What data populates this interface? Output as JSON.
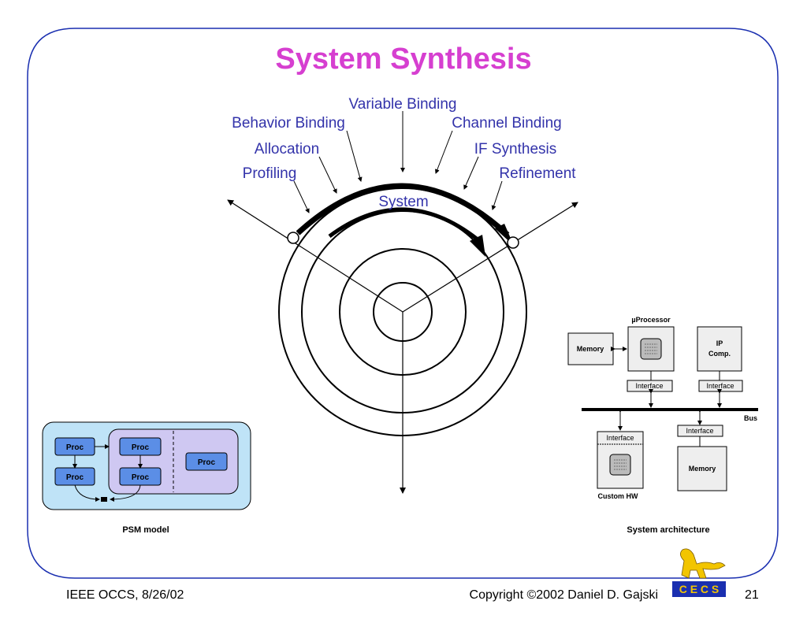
{
  "slide": {
    "title": "System Synthesis",
    "footer_left": "IEEE OCCS, 8/26/02",
    "footer_copyright": "Copyright ©2002 Daniel D. Gajski",
    "page_number": "21"
  },
  "arc_labels": {
    "variable_binding": "Variable Binding",
    "behavior_binding": "Behavior Binding",
    "channel_binding": "Channel Binding",
    "allocation": "Allocation",
    "if_synthesis": "IF Synthesis",
    "profiling": "Profiling",
    "refinement": "Refinement",
    "system": "System"
  },
  "psm_model": {
    "caption": "PSM model",
    "proc_labels": [
      "Proc",
      "Proc",
      "Proc",
      "Proc",
      "Proc"
    ]
  },
  "architecture": {
    "caption": "System architecture",
    "processor_label": "µProcessor",
    "memory_top": "Memory",
    "ip_line1": "IP",
    "ip_line2": "Comp.",
    "interface_labels": [
      "Interface",
      "Interface",
      "Interface",
      "Interface"
    ],
    "bus_label": "Bus",
    "custom_hw_label": "Custom HW",
    "memory_bottom": "Memory"
  },
  "logo": {
    "text": "C E C S"
  },
  "colors": {
    "title": "#d63fd0",
    "label_blue": "#3333aa",
    "psm_outer": "#bfe3f7",
    "psm_inner": "#cfc8f2",
    "proc_fill": "#5b8ee6",
    "logo_blue": "#1a2fb0",
    "logo_yellow": "#f2c500"
  }
}
